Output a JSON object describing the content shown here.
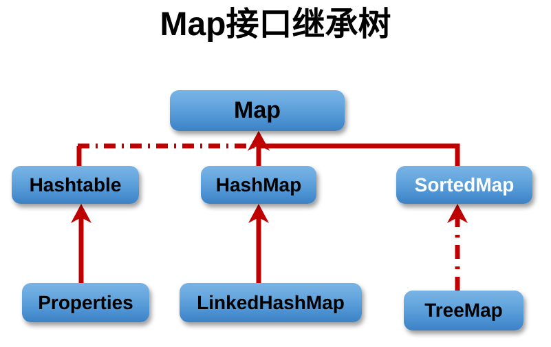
{
  "title": "Map接口继承树",
  "colors": {
    "connector": "#c00000",
    "box_gradient_top": "#79b3e4",
    "box_gradient_bottom": "#3c81c4",
    "label_default": "#000000",
    "label_alt": "#ffffff",
    "background": "#ffffff"
  },
  "nodes": {
    "map": {
      "label": "Map"
    },
    "hashtable": {
      "label": "Hashtable"
    },
    "hashmap": {
      "label": "HashMap"
    },
    "sortedmap": {
      "label": "SortedMap"
    },
    "properties": {
      "label": "Properties"
    },
    "linkedhashmap": {
      "label": "LinkedHashMap"
    },
    "treemap": {
      "label": "TreeMap"
    }
  },
  "edges": [
    {
      "from": "hashtable",
      "to": "map",
      "style": "dash-dot",
      "arrow": true
    },
    {
      "from": "hashmap",
      "to": "map",
      "style": "solid",
      "arrow": true
    },
    {
      "from": "sortedmap",
      "to": "map",
      "style": "solid",
      "arrow": true
    },
    {
      "from": "properties",
      "to": "hashtable",
      "style": "solid",
      "arrow": true
    },
    {
      "from": "linkedhashmap",
      "to": "hashmap",
      "style": "solid",
      "arrow": true
    },
    {
      "from": "treemap",
      "to": "sortedmap",
      "style": "dash-dot",
      "arrow": true
    }
  ]
}
